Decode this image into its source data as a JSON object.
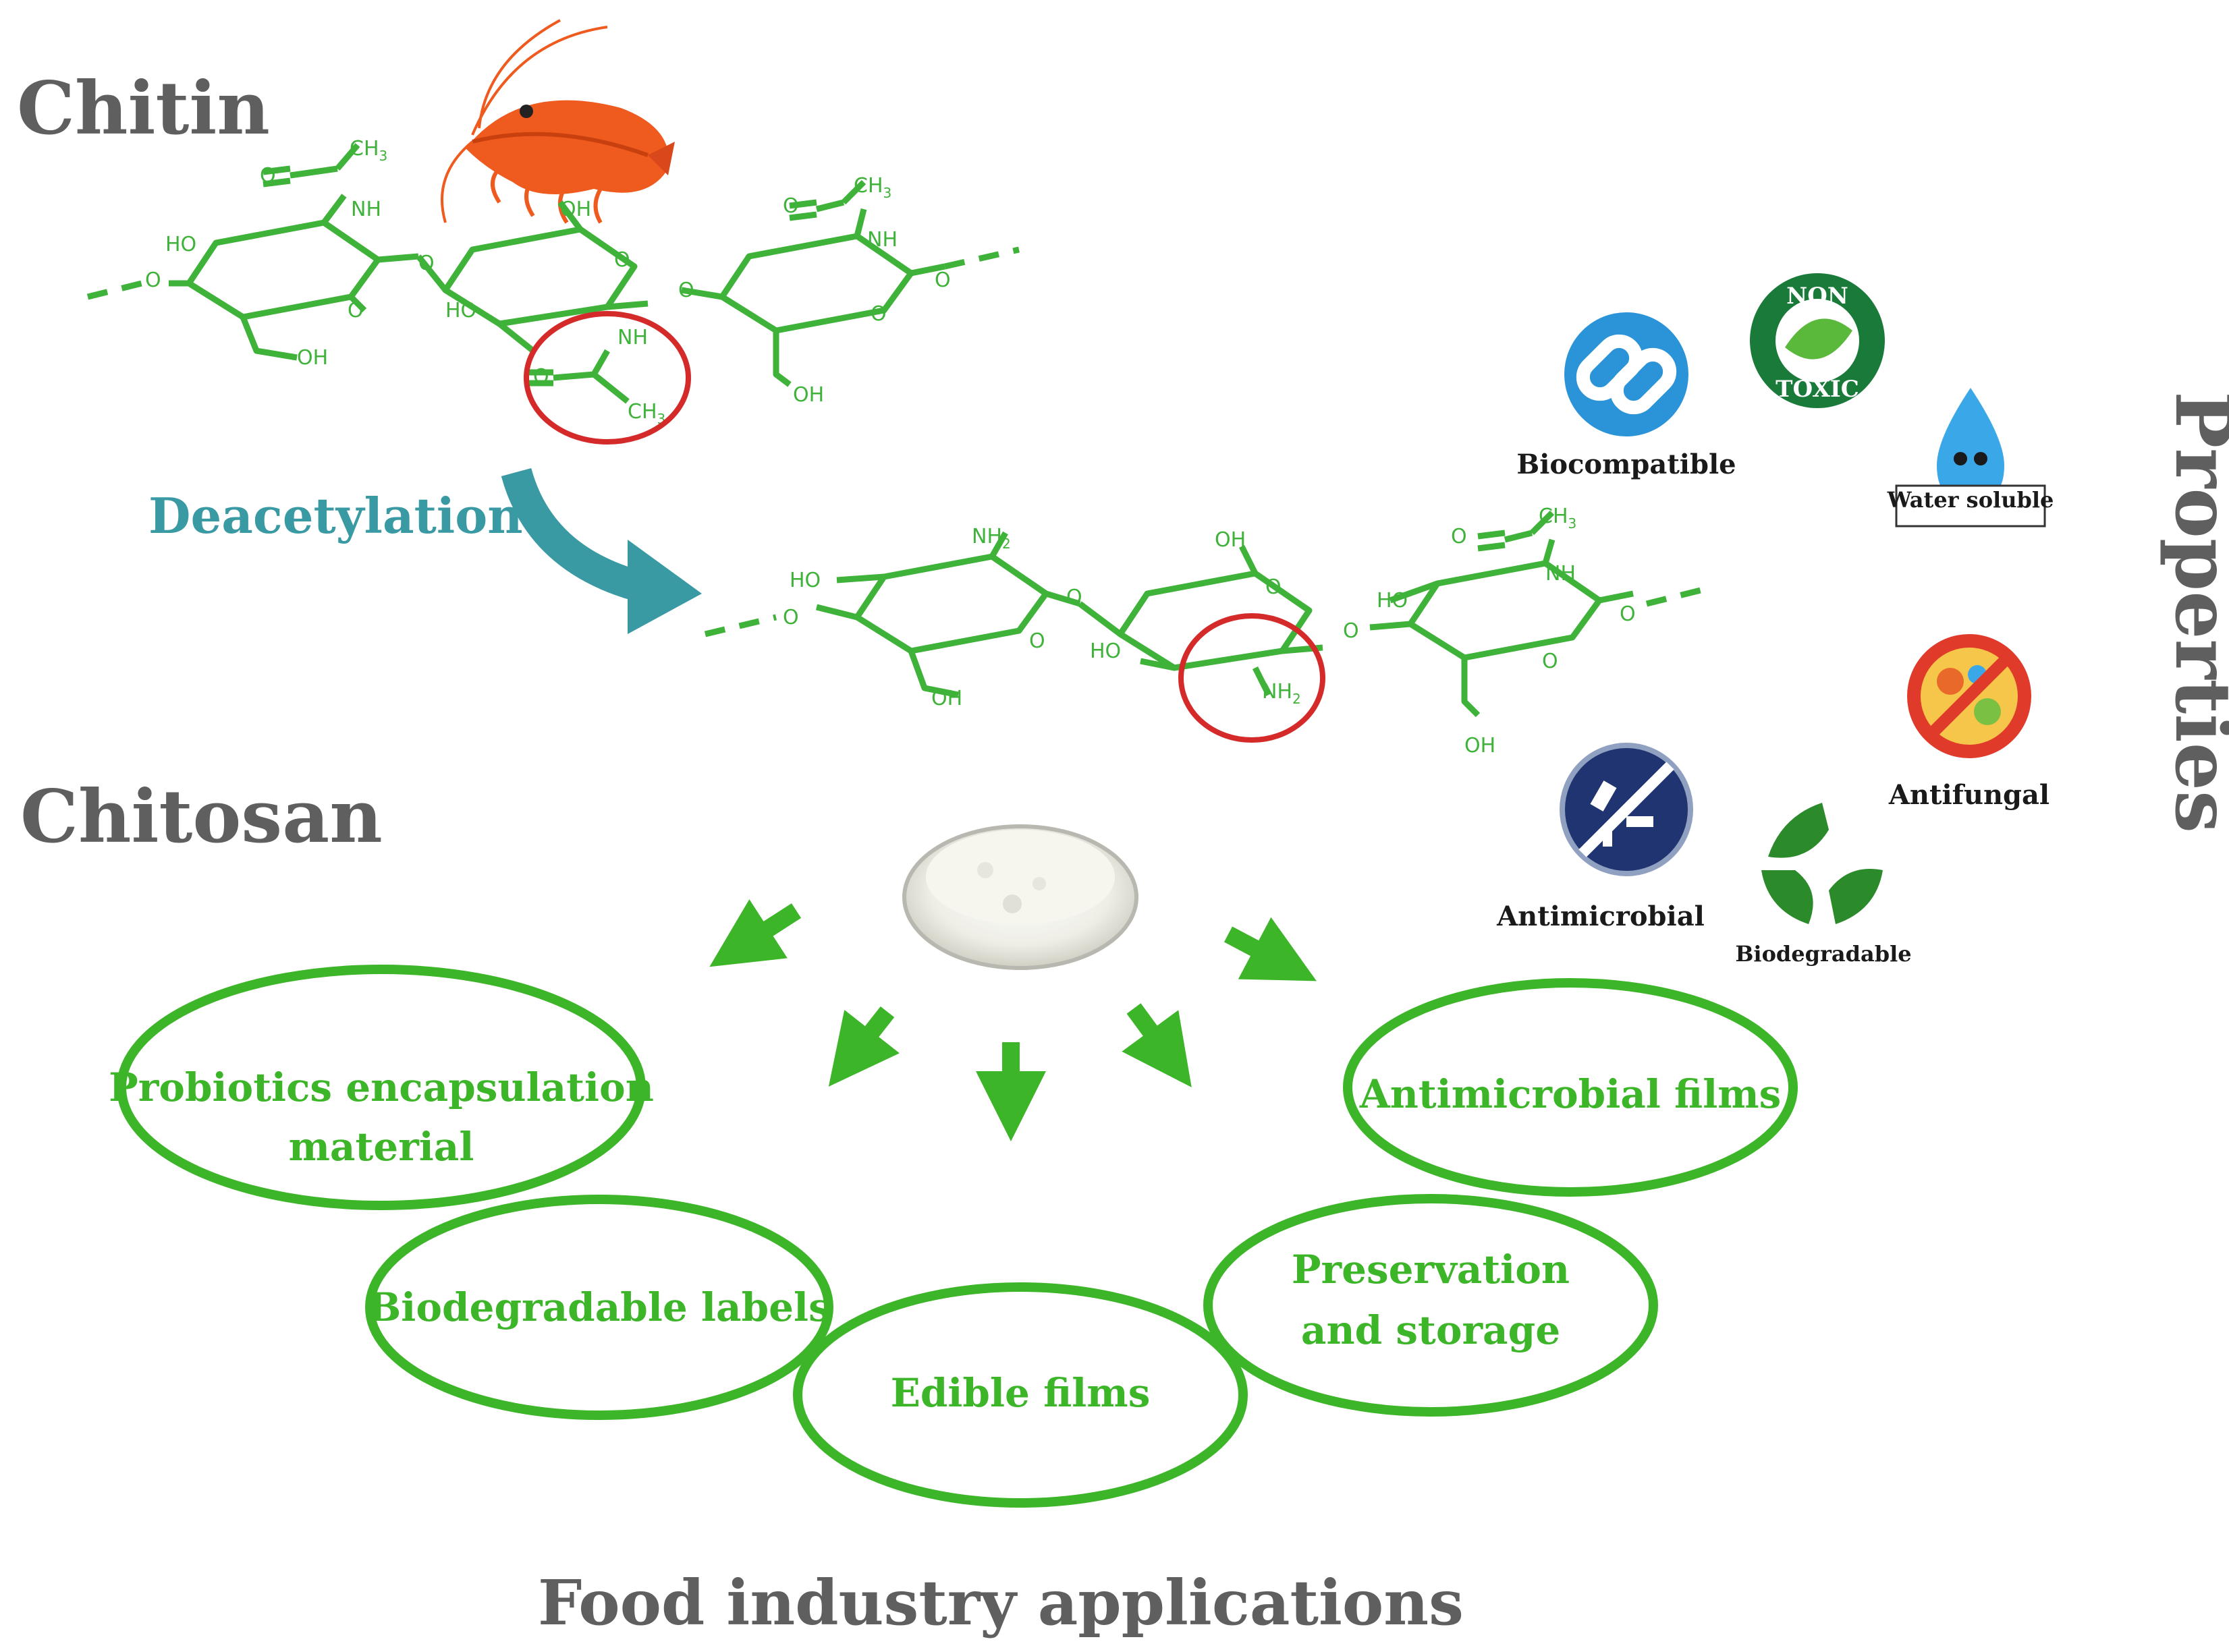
{
  "titles": {
    "chitin": "Chitin",
    "chitosan": "Chitosan",
    "deacetylation": "Deacetylation",
    "properties": "Properties",
    "footer": "Food industry applications"
  },
  "chem_labels": {
    "ch3": "CH",
    "ch3_sub": "3",
    "nh": "NH",
    "nh2": "NH",
    "nh2_sub": "2",
    "oh": "OH",
    "ho": "HO",
    "o": "O"
  },
  "properties": {
    "biocompatible": "Biocompatible",
    "non": "NON",
    "toxic": "TOXIC",
    "water_soluble": "Water soluble",
    "antifungal": "Antifungal",
    "antimicrobial": "Antimicrobial",
    "biodegradable": "Biodegradable"
  },
  "applications": {
    "probiotics_line1": "Probiotics encapsulation",
    "probiotics_line2": "material",
    "antimicrobial_films": "Antimicrobial films",
    "biodegradable_labels": "Biodegradable labels",
    "preservation_line1": "Preservation",
    "preservation_line2": "and storage",
    "edible_films": "Edible films"
  },
  "colors": {
    "structure_green": "#3fb23a",
    "app_green": "#3cb528",
    "title_gray": "#5f5f5f",
    "teal": "#3a9aa3",
    "highlight_red": "#d42a2a",
    "shrimp_orange": "#ef5a1e",
    "blue_icon": "#2b93d8",
    "dark_green": "#1a7a3a",
    "navy": "#1f3470"
  },
  "icons": [
    "shrimp-icon",
    "chain-link-icon",
    "leaf-icon",
    "water-drop-icon",
    "no-germs-icon",
    "no-bacteria-icon",
    "recycle-leaves-icon",
    "petri-dish-icon"
  ]
}
